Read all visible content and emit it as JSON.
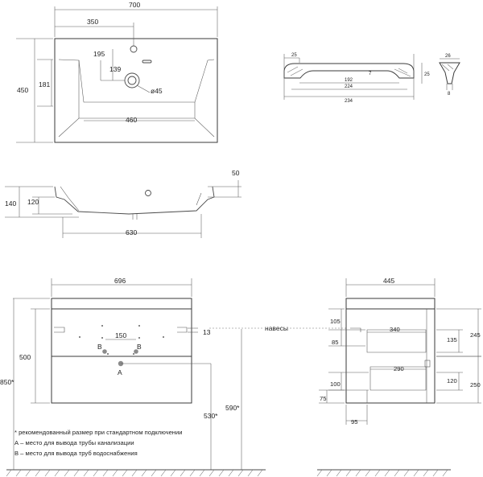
{
  "basin_top": {
    "width": "700",
    "tap_offset": "350",
    "depth": "450",
    "bowl_depth": "181",
    "tap_hole": "195",
    "drain_offset": "139",
    "drain_diameter": "ø45",
    "bowl_width": "460"
  },
  "handle": {
    "end_width": "25",
    "height": "7",
    "hole_spacing_inner": "192",
    "hole_spacing": "224",
    "length": "234",
    "depth": "25",
    "side_width": "26",
    "side_depth": "8"
  },
  "basin_side": {
    "rim": "50",
    "total_height": "140",
    "bowl_height": "120",
    "width": "630"
  },
  "cabinet_front": {
    "width": "696",
    "hinge_spacing": "150",
    "hinge_offset": "13",
    "hinges_label": "навесы",
    "height": "500",
    "floor_height_1": "590*",
    "floor_height_2": "530*",
    "total_height": "850*",
    "label_a": "A",
    "label_b": "B"
  },
  "cabinet_side": {
    "width": "445",
    "top_gap": "105",
    "drawer_depth_top": "340",
    "gap_85": "85",
    "h_135": "135",
    "h_245": "245",
    "drawer_depth_bottom": "290",
    "h_100": "100",
    "h_120": "120",
    "h_250": "250",
    "h_75": "75",
    "offset_95": "95"
  },
  "notes": [
    "* рекомендованный размер при стандартном подключении",
    "А – место для вывода трубы канализации",
    "В – место для вывода труб водоснабжения"
  ]
}
